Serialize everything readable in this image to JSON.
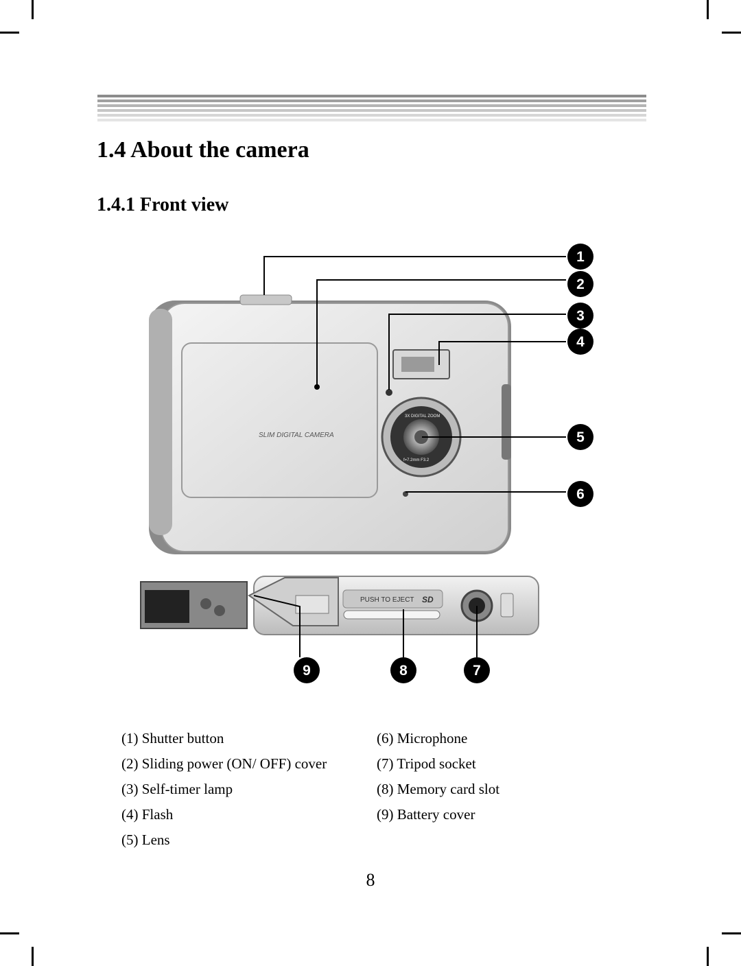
{
  "header": {
    "section_title": "1.4 About the camera",
    "subsection_title": "1.4.1 Front view"
  },
  "figure": {
    "camera_label": "SLIM DIGITAL CAMERA",
    "lens_ring_top": "3X DIGITAL ZOOM",
    "lens_ring_bottom": "f=7.2mm F3.2",
    "card_slot_label": "PUSH TO EJECT",
    "sd_logo": "SD",
    "callouts": [
      "1",
      "2",
      "3",
      "4",
      "5",
      "6",
      "7",
      "8",
      "9"
    ]
  },
  "legend": {
    "left": [
      "(1) Shutter button",
      "(2) Sliding power (ON/ OFF) cover",
      "(3) Self-timer lamp",
      "(4) Flash",
      "(5) Lens"
    ],
    "right": [
      "(6) Microphone",
      "(7) Tripod socket",
      "(8) Memory card slot",
      "(9) Battery cover"
    ]
  },
  "page_number": "8"
}
